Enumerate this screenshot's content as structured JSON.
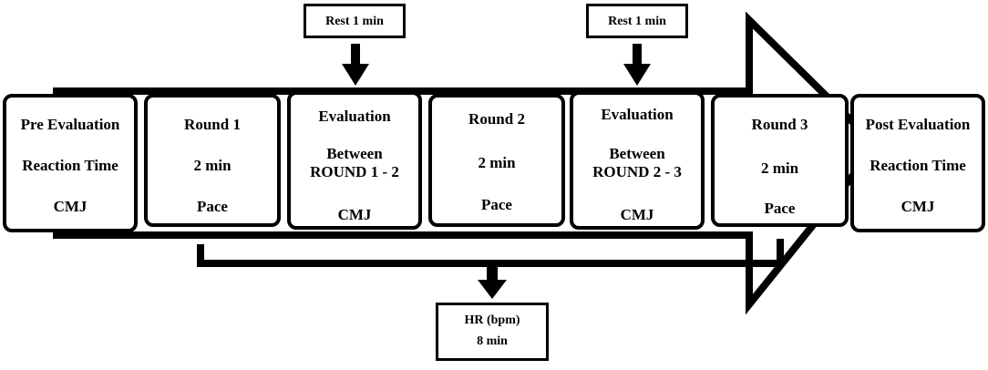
{
  "stages": [
    {
      "id": "pre-evaluation",
      "lines": [
        "Pre Evaluation",
        "Reaction Time",
        "CMJ"
      ]
    },
    {
      "id": "round-1",
      "lines": [
        "Round 1",
        "2 min",
        "Pace"
      ]
    },
    {
      "id": "evaluation-1-2",
      "lines": [
        "Evaluation",
        "Between",
        "ROUND 1 - 2",
        "CMJ"
      ]
    },
    {
      "id": "round-2",
      "lines": [
        "Round 2",
        "2 min",
        "Pace"
      ]
    },
    {
      "id": "evaluation-2-3",
      "lines": [
        "Evaluation",
        "Between",
        "ROUND 2 - 3",
        "CMJ"
      ]
    },
    {
      "id": "round-3",
      "lines": [
        "Round 3",
        "2 min",
        "Pace"
      ]
    },
    {
      "id": "post-evaluation",
      "lines": [
        "Post Evaluation",
        "Reaction Time",
        "CMJ"
      ]
    }
  ],
  "rests": [
    {
      "label": "Rest 1 min"
    },
    {
      "label": "Rest 1 min"
    }
  ],
  "hr_box": {
    "lines": [
      "HR (bpm)",
      "8 min"
    ]
  }
}
